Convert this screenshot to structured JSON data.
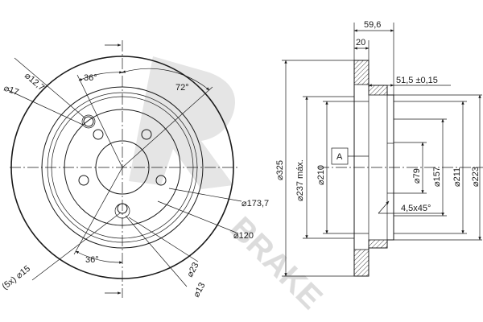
{
  "watermark": {
    "brand": "BRAKE"
  },
  "front_view": {
    "d_12_7": "⌀12,7",
    "d_17": "⌀17",
    "angle_36_top": "36°",
    "angle_72": "72°",
    "d_173_7": "⌀173,7",
    "d_120": "⌀120",
    "angle_36_bottom": "36°",
    "holes_15": "(5x) ⌀15",
    "d_23": "⌀23",
    "d_13": "⌀13"
  },
  "side_view": {
    "w_59_6": "59,6",
    "w_20": "20",
    "h_51_5": "51,5 ±0,15",
    "d_325": "⌀325",
    "d_237": "⌀237 máx.",
    "d_210": "⌀210",
    "datum_a": "A",
    "d_79": "⌀79",
    "d_157": "⌀157",
    "d_211": "⌀211",
    "d_223": "⌀223",
    "chamfer": "4,5x45°"
  }
}
